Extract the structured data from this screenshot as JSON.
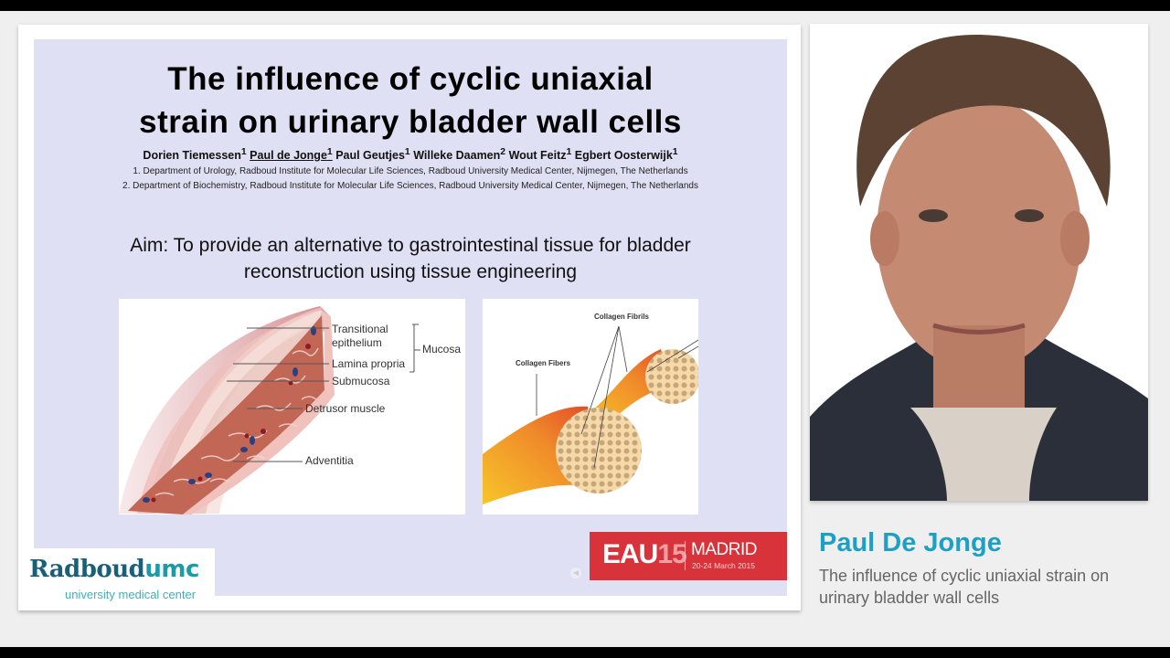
{
  "slide": {
    "title_line1": "The influence of cyclic uniaxial",
    "title_line2": "strain on urinary bladder wall cells",
    "authors": [
      {
        "name": "Dorien Tiemessen",
        "sup": "1",
        "underlined": false
      },
      {
        "name": "Paul de Jonge",
        "sup": "1",
        "underlined": true
      },
      {
        "name": "Paul Geutjes",
        "sup": "1",
        "underlined": false
      },
      {
        "name": "Willeke Daamen",
        "sup": "2",
        "underlined": false
      },
      {
        "name": "Wout Feitz",
        "sup": "1",
        "underlined": false
      },
      {
        "name": "Egbert Oosterwijk",
        "sup": "1",
        "underlined": false
      }
    ],
    "affiliation_1": "1. Department of Urology, Radboud Institute for Molecular Life Sciences, Radboud University Medical Center, Nijmegen, The Netherlands",
    "affiliation_2": "2. Department of Biochemistry, Radboud Institute for Molecular Life Sciences, Radboud University Medical Center, Nijmegen, The Netherlands",
    "aim_line1": "Aim: To provide an alternative to gastrointestinal tissue for bladder",
    "aim_line2": "reconstruction using tissue engineering",
    "figure_bladder": {
      "labels": [
        "Transitional",
        "epithelium",
        "Lamina propria",
        "Submucosa",
        "Detrusor muscle",
        "Adventitia",
        "Mucosa"
      ]
    },
    "figure_collagen": {
      "labels": [
        "Collagen Fibrils",
        "Collagen Fibers"
      ]
    },
    "eau_badge": {
      "main": "EAU",
      "number": "15",
      "city": "MADRID",
      "dates": "20-24 March 2015"
    },
    "logo": {
      "main": "Radboud",
      "suffix": "umc",
      "sub": "university medical center"
    }
  },
  "speaker": {
    "name": "Paul De Jonge",
    "talk_title": "The influence of cyclic uniaxial strain on urinary bladder wall cells"
  },
  "colors": {
    "slide_bg": "#dfe0f3",
    "speaker_name": "#1e9fc4",
    "eau_red": "#d8323a",
    "logo_dark": "#1a5f78",
    "logo_teal": "#1d9aa8"
  }
}
